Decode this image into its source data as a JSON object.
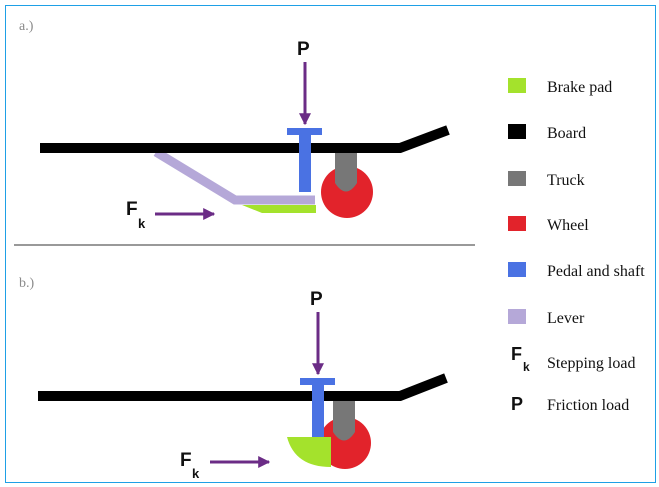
{
  "panels": {
    "a_label": "a.)",
    "b_label": "b.)"
  },
  "forces": {
    "p_symbol": "P",
    "fk_symbol": "F",
    "fk_subscript": "k"
  },
  "legend": {
    "items": [
      {
        "label": "Brake pad",
        "color": "#a4e22c"
      },
      {
        "label": "Board",
        "color": "#000000"
      },
      {
        "label": "Truck",
        "color": "#777777"
      },
      {
        "label": "Wheel",
        "color": "#e2232b"
      },
      {
        "label": "Pedal and shaft",
        "color": "#4a72e3"
      },
      {
        "label": "Lever",
        "color": "#b5a8d8"
      }
    ],
    "symbols": [
      {
        "symbol": "F",
        "subscript": "k",
        "label": "Stepping load"
      },
      {
        "symbol": "P",
        "subscript": "",
        "label": "Friction load"
      }
    ]
  },
  "colors": {
    "frame": "#1ea0e6",
    "arrow": "#6b2c86",
    "divider": "#999999"
  }
}
